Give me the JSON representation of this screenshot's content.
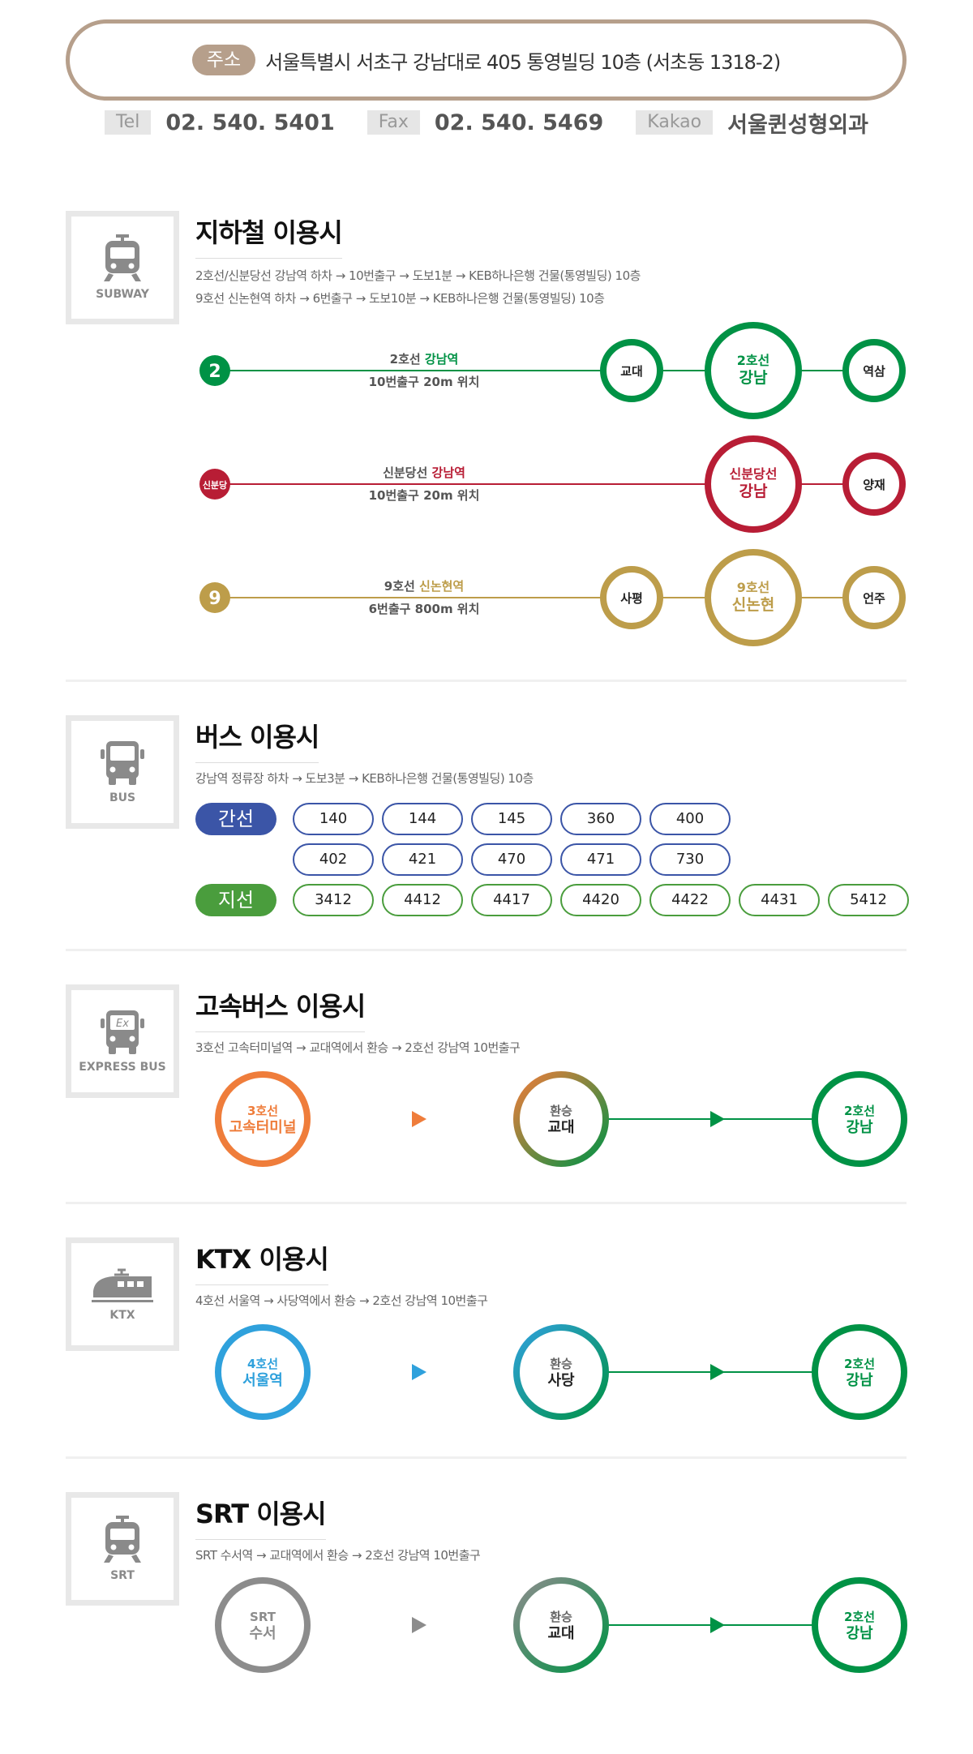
{
  "contact": {
    "address_tag": "주소",
    "address": "서울특별시 서초구 강남대로 405 통영빌딩 10층 (서초동 1318-2)",
    "tel_tag": "Tel",
    "tel": "02. 540. 5401",
    "fax_tag": "Fax",
    "fax": "02. 540. 5469",
    "kakao_tag": "Kakao",
    "kakao": "서울퀸성형외과"
  },
  "subway": {
    "icon_label": "SUBWAY",
    "title": "지하철 이용시",
    "desc1": "2호선/신분당선 강남역 하차 → 10번출구 → 도보1분 → KEB하나은행 건물(통영빌딩) 10층",
    "desc2": "9호선 신논현역 하차 → 6번출구 → 도보10분 → KEB하나은행 건물(통영빌딩) 10층",
    "lines": [
      {
        "badge": "2",
        "label_pre": "2호선 ",
        "label_em": "강남역",
        "label_sub": "10번출구 20m 위치",
        "color": "#009245",
        "stations": [
          "교대"
        ],
        "main1": "2호선",
        "main2": "강남",
        "next": "역삼"
      },
      {
        "badge": "신분당",
        "label_pre": "신분당선 ",
        "label_em": "강남역",
        "label_sub": "10번출구 20m 위치",
        "color": "#b81d35",
        "stations": [],
        "main1": "신분당선",
        "main2": "강남",
        "next": "양재"
      },
      {
        "badge": "9",
        "label_pre": "9호선 ",
        "label_em": "신논현역",
        "label_sub": "6번출구 800m 위치",
        "color": "#bd9d4a",
        "stations": [
          "사평"
        ],
        "main1": "9호선",
        "main2": "신논현",
        "next": "언주"
      }
    ]
  },
  "bus": {
    "icon_label": "BUS",
    "title": "버스 이용시",
    "desc": "강남역 정류장 하차 → 도보3분 → KEB하나은행 건물(통영빌딩) 10층",
    "trunk_label": "간선",
    "trunk_color": "#3b55a7",
    "trunk": [
      "140",
      "144",
      "145",
      "360",
      "400",
      "402",
      "421",
      "470",
      "471",
      "730"
    ],
    "branch_label": "지선",
    "branch_color": "#4a9d3d",
    "branch": [
      "3412",
      "4412",
      "4417",
      "4420",
      "4422",
      "4431",
      "5412"
    ]
  },
  "express": {
    "icon_label": "EXPRESS BUS",
    "icon_text": "Ex",
    "title": "고속버스 이용시",
    "desc": "3호선 고속터미널역 → 교대역에서 환승 → 2호선 강남역 10번출구",
    "start1": "3호선",
    "start2": "고속터미널",
    "start_color": "#ef7d3b",
    "mid1": "환승",
    "mid2": "교대",
    "end1": "2호선",
    "end2": "강남",
    "end_color": "#009245"
  },
  "ktx": {
    "icon_label": "KTX",
    "title": "KTX 이용시",
    "desc": "4호선 서울역 → 사당역에서 환승 → 2호선 강남역 10번출구",
    "start1": "4호선",
    "start2": "서울역",
    "start_color": "#2fa1dc",
    "mid1": "환승",
    "mid2": "사당",
    "end1": "2호선",
    "end2": "강남",
    "end_color": "#009245"
  },
  "srt": {
    "icon_label": "SRT",
    "title": "SRT 이용시",
    "desc": "SRT 수서역 → 교대역에서 환승 → 2호선 강남역 10번출구",
    "start1": "SRT",
    "start2": "수서",
    "start_color": "#8c8c8c",
    "mid1": "환승",
    "mid2": "교대",
    "end1": "2호선",
    "end2": "강남",
    "end_color": "#009245"
  }
}
